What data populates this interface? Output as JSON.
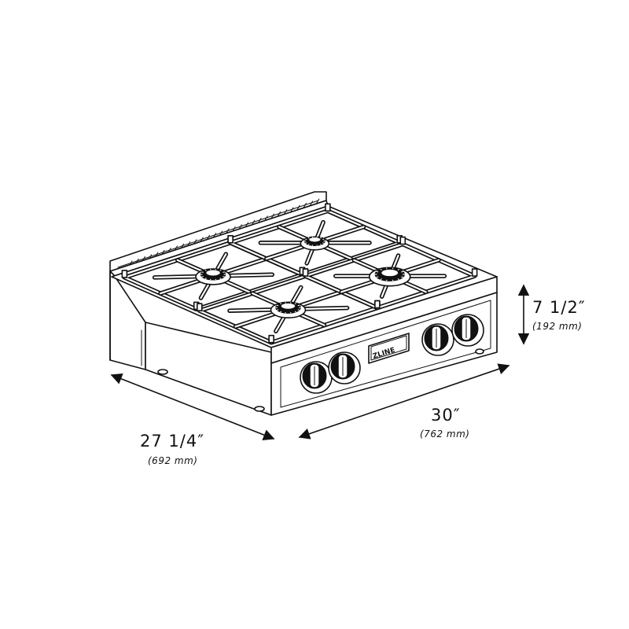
{
  "product": {
    "brand_label": "ZLINE",
    "knob_count": 4,
    "burner_count": 4
  },
  "dimensions": {
    "depth": {
      "label": "27 1/4″",
      "metric": "(692 mm)"
    },
    "width": {
      "label": "30″",
      "metric": "(762 mm)"
    },
    "height": {
      "label": "7 1/2″",
      "metric": "(192 mm)"
    }
  },
  "colors": {
    "line": "#111111",
    "background": "#ffffff"
  }
}
